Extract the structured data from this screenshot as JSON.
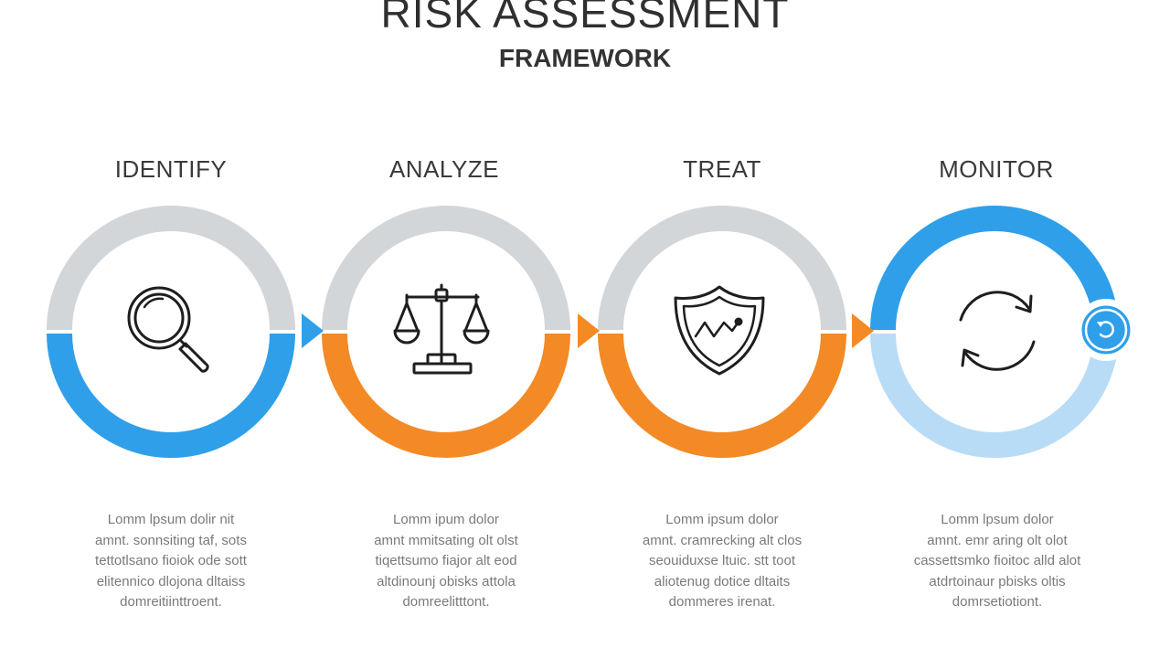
{
  "title": "RISK ASSESSMENT",
  "subtitle": "FRAMEWORK",
  "colors": {
    "blue": "#2f9fea",
    "orange": "#f38a26",
    "gray": "#d3d6d9",
    "light_blue": "#b8dcf6"
  },
  "steps": [
    {
      "label": "IDENTIFY",
      "icon": "magnifier-icon",
      "top_color": "gray",
      "bottom_color": "blue",
      "desc": [
        "Lomm lpsum dolir nit",
        "amnt. sonnsiting taf, sots",
        "tettotlsano fioiok ode sott",
        "elitennico dlojona dltaiss",
        "domreitiinttroent."
      ]
    },
    {
      "label": "ANALYZE",
      "icon": "scales-icon",
      "top_color": "gray",
      "bottom_color": "orange",
      "desc": [
        "Lomm ipum dolor",
        "amnt mmitsating olt olst",
        "tiqettsumo fiajor alt eod",
        "altdinounj obisks attola",
        "domreelitttont."
      ]
    },
    {
      "label": "TREAT",
      "icon": "shield-icon",
      "top_color": "gray",
      "bottom_color": "orange",
      "desc": [
        "Lomm ipsum dolor",
        "amnt. cramrecking alt clos",
        "seouiduxse ltuic. stt toot",
        "aliotenug dotice dltaits",
        "dommeres irenat."
      ]
    },
    {
      "label": "MONITOR",
      "icon": "refresh-icon",
      "top_color": "blue",
      "bottom_color": "light_blue",
      "desc": [
        "Lomm lpsum dolor",
        "amnt. emr aring olt olot",
        "cassettsmko fioitoc alld alot",
        "atdrtoinaur pbisks oltis",
        "domrsetiotiont."
      ]
    }
  ]
}
